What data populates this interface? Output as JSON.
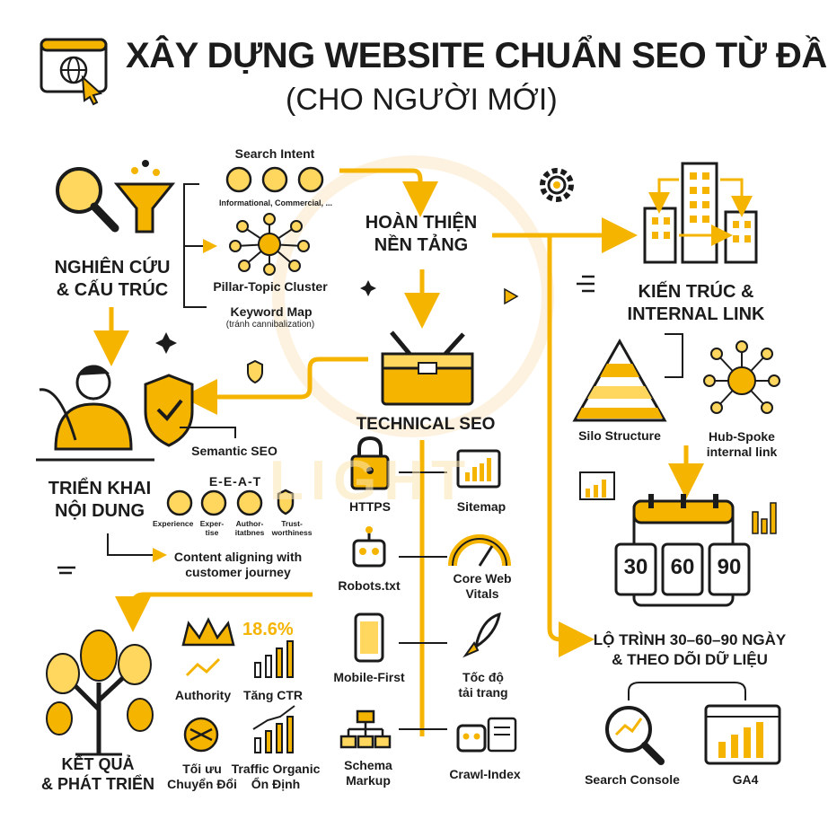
{
  "title": "XÂY DỰNG WEBSITE CHUẨN SEO TỪ ĐẦU",
  "subtitle": "(CHO NGƯỜI MỚI)",
  "watermark": "LIGHT",
  "colors": {
    "accent": "#f5b400",
    "accent_light": "#ffd75e",
    "ink": "#1b1b1b"
  },
  "research": {
    "heading_line1": "NGHIÊN CỨU",
    "heading_line2": "& CẤU TRÚC",
    "search_intent": "Search Intent",
    "intent_types": "Informational, Commercial, ...",
    "pillar": "Pillar-Topic Cluster",
    "keyword_map": "Keyword Map",
    "keyword_note": "(tránh cannibalization)"
  },
  "foundation": {
    "line1": "HOÀN THIỆN",
    "line2": "NỀN TẢNG"
  },
  "architecture": {
    "line1": "KIẾN TRÚC &",
    "line2": "INTERNAL LINK",
    "silo": "Silo Structure",
    "hub_line1": "Hub-Spoke",
    "hub_line2": "internal link"
  },
  "content": {
    "line1": "TRIỂN KHAI",
    "line2": "NỘI DUNG",
    "semantic": "Semantic SEO",
    "eeat": "E-E-A-T",
    "eeat_items": [
      "Experience",
      "Exper-\ntise",
      "Author-\nitatbnes",
      "Trust-\nworthiness"
    ],
    "journey_line1": "Content aligning with",
    "journey_line2": "customer journey"
  },
  "technical": {
    "heading": "TECHNICAL SEO",
    "https": "HTTPS",
    "sitemap": "Sitemap",
    "robots": "Robots.txt",
    "cwv_line1": "Core Web",
    "cwv_line2": "Vitals",
    "mobile": "Mobile-First",
    "speed_line1": "Tốc độ",
    "speed_line2": "tải trang",
    "schema_line1": "Schema",
    "schema_line2": "Markup",
    "crawl": "Crawl-Index"
  },
  "roadmap": {
    "days": [
      "30",
      "60",
      "90"
    ],
    "line1": "LỘ TRÌNH 30–60–90 NGÀY",
    "line2": "& THEO DÕI DỮ LIỆU",
    "console": "Search Console",
    "ga4": "GA4"
  },
  "results": {
    "line1": "KẾT QUẢ",
    "line2": "& PHÁT TRIỂN",
    "percent": "18.6%",
    "authority": "Authority",
    "ctr": "Tăng CTR",
    "conv_line1": "Tối ưu",
    "conv_line2": "Chuyển Đổi",
    "traffic_line1": "Traffic Organic",
    "traffic_line2": "Ổn Định"
  }
}
